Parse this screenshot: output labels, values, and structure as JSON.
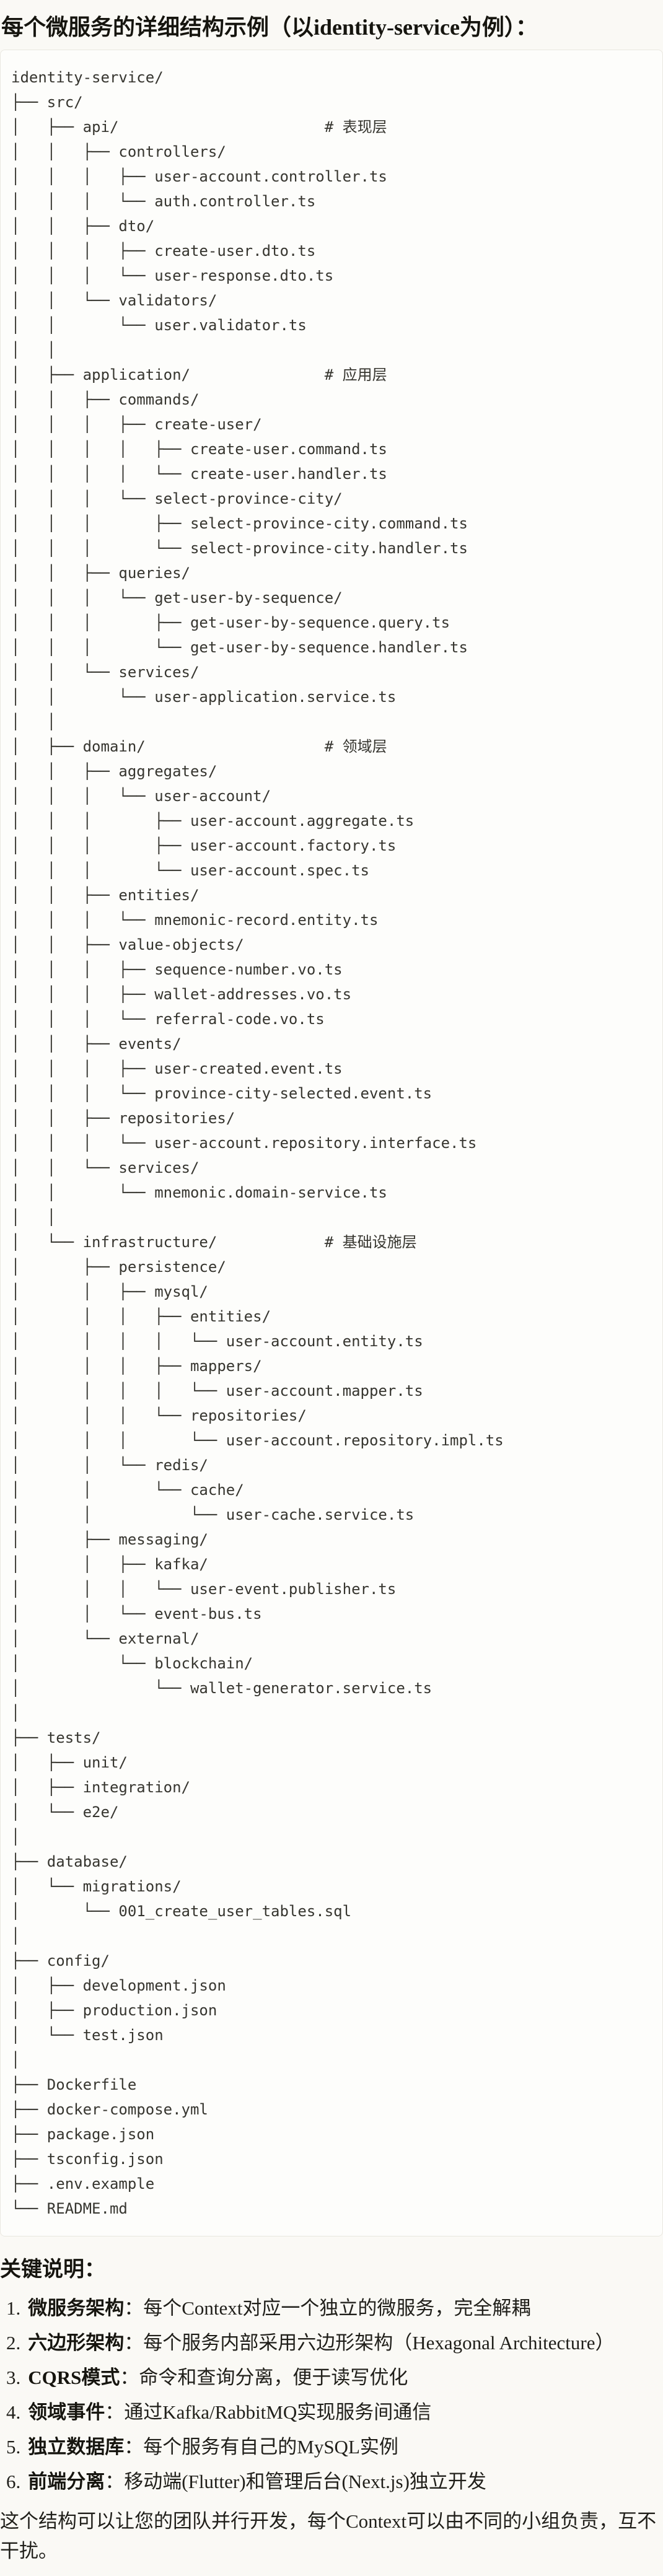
{
  "page": {
    "title": "每个微服务的详细结构示例（以identity-service为例）：",
    "tree": [
      "identity-service/",
      "├── src/",
      "│   ├── api/                       # 表现层",
      "│   │   ├── controllers/",
      "│   │   │   ├── user-account.controller.ts",
      "│   │   │   └── auth.controller.ts",
      "│   │   ├── dto/",
      "│   │   │   ├── create-user.dto.ts",
      "│   │   │   └── user-response.dto.ts",
      "│   │   └── validators/",
      "│   │       └── user.validator.ts",
      "│   │",
      "│   ├── application/               # 应用层",
      "│   │   ├── commands/",
      "│   │   │   ├── create-user/",
      "│   │   │   │   ├── create-user.command.ts",
      "│   │   │   │   └── create-user.handler.ts",
      "│   │   │   └── select-province-city/",
      "│   │   │       ├── select-province-city.command.ts",
      "│   │   │       └── select-province-city.handler.ts",
      "│   │   ├── queries/",
      "│   │   │   └── get-user-by-sequence/",
      "│   │   │       ├── get-user-by-sequence.query.ts",
      "│   │   │       └── get-user-by-sequence.handler.ts",
      "│   │   └── services/",
      "│   │       └── user-application.service.ts",
      "│   │",
      "│   ├── domain/                    # 领域层",
      "│   │   ├── aggregates/",
      "│   │   │   └── user-account/",
      "│   │   │       ├── user-account.aggregate.ts",
      "│   │   │       ├── user-account.factory.ts",
      "│   │   │       └── user-account.spec.ts",
      "│   │   ├── entities/",
      "│   │   │   └── mnemonic-record.entity.ts",
      "│   │   ├── value-objects/",
      "│   │   │   ├── sequence-number.vo.ts",
      "│   │   │   ├── wallet-addresses.vo.ts",
      "│   │   │   └── referral-code.vo.ts",
      "│   │   ├── events/",
      "│   │   │   ├── user-created.event.ts",
      "│   │   │   └── province-city-selected.event.ts",
      "│   │   ├── repositories/",
      "│   │   │   └── user-account.repository.interface.ts",
      "│   │   └── services/",
      "│   │       └── mnemonic.domain-service.ts",
      "│   │",
      "│   └── infrastructure/            # 基础设施层",
      "│       ├── persistence/",
      "│       │   ├── mysql/",
      "│       │   │   ├── entities/",
      "│       │   │   │   └── user-account.entity.ts",
      "│       │   │   ├── mappers/",
      "│       │   │   │   └── user-account.mapper.ts",
      "│       │   │   └── repositories/",
      "│       │   │       └── user-account.repository.impl.ts",
      "│       │   └── redis/",
      "│       │       └── cache/",
      "│       │           └── user-cache.service.ts",
      "│       ├── messaging/",
      "│       │   ├── kafka/",
      "│       │   │   └── user-event.publisher.ts",
      "│       │   └── event-bus.ts",
      "│       └── external/",
      "│           └── blockchain/",
      "│               └── wallet-generator.service.ts",
      "│",
      "├── tests/",
      "│   ├── unit/",
      "│   ├── integration/",
      "│   └── e2e/",
      "│",
      "├── database/",
      "│   └── migrations/",
      "│       └── 001_create_user_tables.sql",
      "│",
      "├── config/",
      "│   ├── development.json",
      "│   ├── production.json",
      "│   └── test.json",
      "│",
      "├── Dockerfile",
      "├── docker-compose.yml",
      "├── package.json",
      "├── tsconfig.json",
      "├── .env.example",
      "└── README.md"
    ],
    "notes": {
      "heading": "关键说明：",
      "items": [
        {
          "num": "1.",
          "label": "微服务架构",
          "text": "：每个Context对应一个独立的微服务，完全解耦"
        },
        {
          "num": "2.",
          "label": "六边形架构",
          "text": "：每个服务内部采用六边形架构（Hexagonal Architecture）"
        },
        {
          "num": "3.",
          "label": "CQRS模式",
          "text": "：命令和查询分离，便于读写优化"
        },
        {
          "num": "4.",
          "label": "领域事件",
          "text": "：通过Kafka/RabbitMQ实现服务间通信"
        },
        {
          "num": "5.",
          "label": "独立数据库",
          "text": "：每个服务有自己的MySQL实例"
        },
        {
          "num": "6.",
          "label": "前端分离",
          "text": "：移动端(Flutter)和管理后台(Next.js)独立开发"
        }
      ],
      "footer": "这个结构可以让您的团队并行开发，每个Context可以由不同的小组负责，互不干扰。"
    },
    "colors": {
      "page_background": "#faf9f5",
      "code_background": "#fdfdfb",
      "code_border": "#e9e7e0",
      "code_text": "#36352f"
    }
  }
}
